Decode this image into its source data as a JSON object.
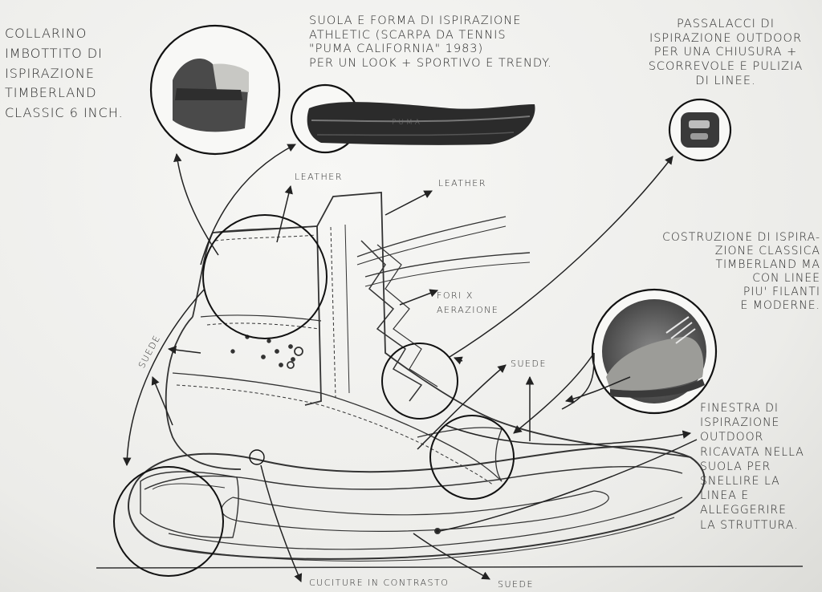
{
  "annotations": {
    "collarino": "Collarino\nimbottito di\nispirazione\nTimberland\nclassic 6 inch.",
    "suola": "Suola e forma di ispirazione\nathletic (scarpa da tennis\n\"Puma California\" 1983)\nper un look + sportivo e trendy.",
    "passalacci": "Passalacci di\nispirazione outdoor\nper una chiusura +\nscorrevole e pulizia\ndi linee.",
    "costruzione": "Costruzione di ispira-\nzione classica\nTimberland ma\ncon linee\npiu' filanti\ne moderne.",
    "finestra": "Finestra di\nispirazione\noutdoor\nricavata nella\nsuola per\nsnellire la\nlinea e\nalleggerire\nla struttura.",
    "leather_1": "Leather",
    "leather_2": "Leather",
    "fori": "Fori x\naerazione",
    "suede_left": "Suede",
    "suede_right": "Suede",
    "suede_bottom": "Suede",
    "cuciture": "Cuciture in contrasto"
  },
  "photos": {
    "sole_text": "PUMA"
  },
  "colors": {
    "ink": "#2a2a2a",
    "paper": "#efefed"
  }
}
